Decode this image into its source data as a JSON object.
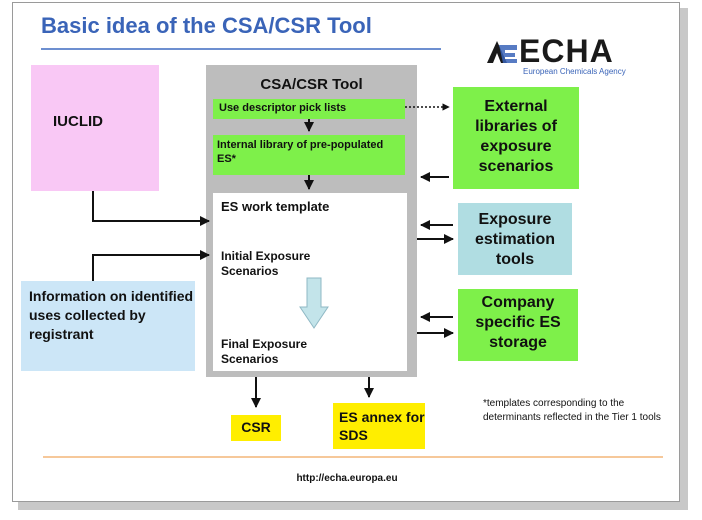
{
  "title": "Basic idea of the CSA/CSR Tool",
  "logo": {
    "name": "ECHA",
    "subtitle": "European Chemicals Agency"
  },
  "iuclid": "IUCLID",
  "tool": {
    "title": "CSA/CSR Tool",
    "pick_lists": "Use descriptor pick lists",
    "library": "Internal library of pre-populated ES*",
    "template_title": "ES work template",
    "initial": "Initial Exposure Scenarios",
    "final": "Final Exposure Scenarios"
  },
  "external_libraries": "External libraries of exposure scenarios",
  "estimation_tools": "Exposure estimation tools",
  "company_storage": "Company specific ES storage",
  "info_uses": "Information on identified uses collected by registrant",
  "csr": "CSR",
  "es_annex": "ES annex for SDS",
  "footnote": "*templates corresponding to the determinants reflected in the Tier 1 tools",
  "url": "http://echa.europa.eu",
  "colors": {
    "title": "#3a64b8",
    "iuclid_box": "#f9c8f5",
    "tool_box": "#bdbdbd",
    "green_box": "#7ef04a",
    "estimation_box": "#b0dde2",
    "info_box": "#cce6f7",
    "yellow_box": "#ffee00"
  }
}
